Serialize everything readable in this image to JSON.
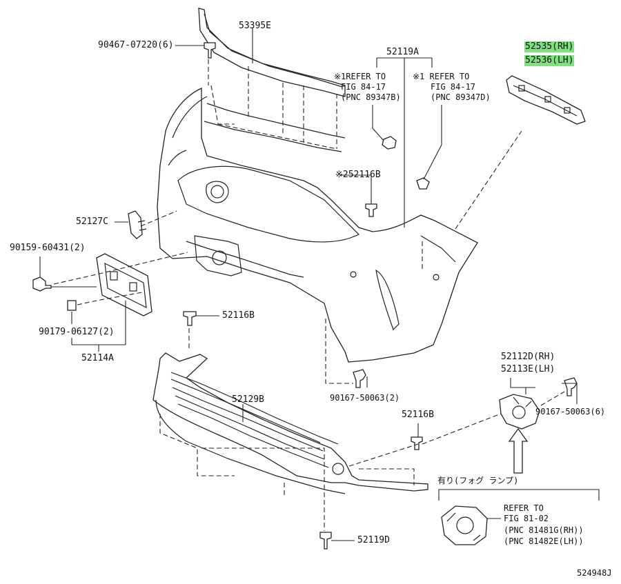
{
  "diagram_code": "524948J",
  "labels": {
    "p53395e": "53395E",
    "p90467": "90467-07220(6)",
    "p52119a": "52119A",
    "ref1_line1": "※1REFER TO",
    "ref1_line2": "FIG 84-17",
    "ref1_line3": "(PNC 89347B)",
    "ref2_line1": "※1 REFER TO",
    "ref2_line2": "FIG 84-17",
    "ref2_line3": "(PNC 89347D)",
    "p52535": "52535(RH)",
    "p52536": "52536(LH)",
    "p52116b_top": "※252116B",
    "p52127c": "52127C",
    "p90159": "90159-60431(2)",
    "p52116b_mid": "52116B",
    "p90179": "90179-06127(2)",
    "p52114a": "52114A",
    "p52112d": "52112D(RH)",
    "p52113e": "52113E(LH)",
    "p52129b": "52129B",
    "p90167_a": "90167-50063(2)",
    "p90167_b": "90167-50063(6)",
    "p52116b_low": "52116B",
    "fog_note": "有り(フォグ ランプ)",
    "fog_ref1": "REFER TO",
    "fog_ref2": "FIG 81-02",
    "fog_ref3": "(PNC 81481G(RH))",
    "fog_ref4": "(PNC 81482E(LH))",
    "p52119d": "52119D"
  },
  "highlight_color": "#7ee07e"
}
